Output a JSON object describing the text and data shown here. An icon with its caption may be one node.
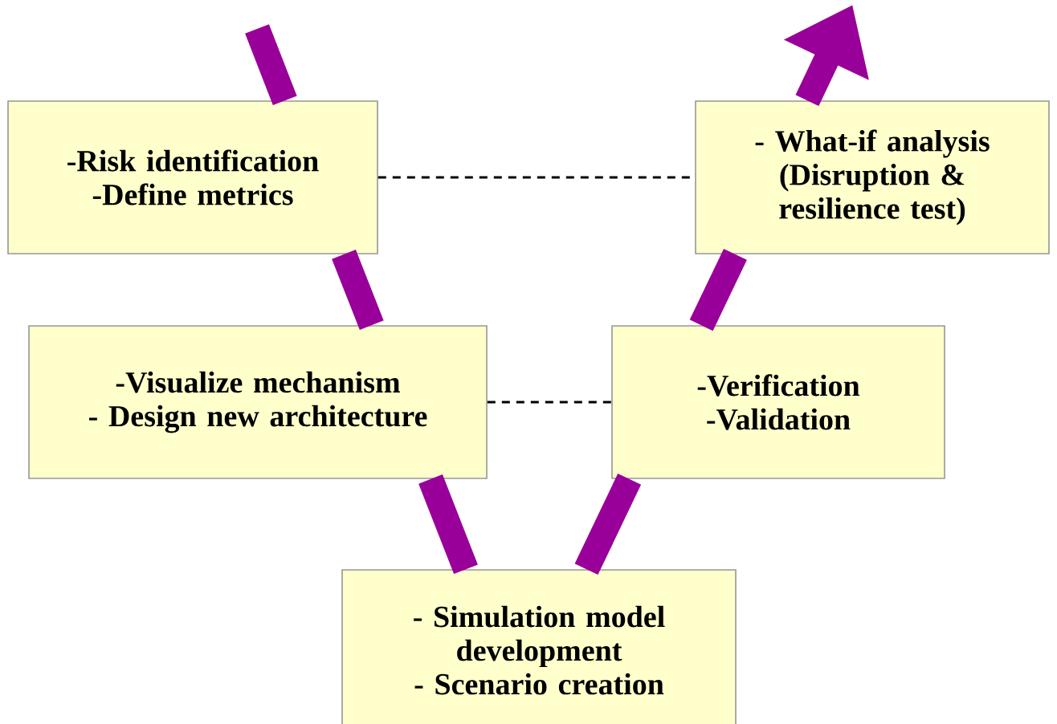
{
  "diagram": {
    "nodes": [
      {
        "text": [
          "-Risk identification",
          "-Define metrics"
        ]
      },
      {
        "text": [
          "- What-if analysis",
          "(Disruption & resilience test)"
        ]
      },
      {
        "text": [
          "-Visualize mechanism",
          "- Design new architecture"
        ]
      },
      {
        "text": [
          "-Verification",
          "-Validation"
        ]
      },
      {
        "text": [
          "- Simulation model development",
          "- Scenario creation"
        ]
      }
    ],
    "edges": [
      {
        "from": null,
        "to": 0,
        "arrow": "none"
      },
      {
        "from": 0,
        "to": 2,
        "arrow": "none"
      },
      {
        "from": 2,
        "to": 4,
        "arrow": "none"
      },
      {
        "from": 4,
        "to": 3,
        "arrow": "none"
      },
      {
        "from": 3,
        "to": 1,
        "arrow": "none"
      },
      {
        "from": 1,
        "to": null,
        "arrow": "to"
      },
      {
        "from": 0,
        "to": 1,
        "arrow": "none",
        "style": "dashed",
        "color": "#000000"
      },
      {
        "from": 2,
        "to": 3,
        "arrow": "none",
        "style": "dashed",
        "color": "#000000"
      }
    ]
  }
}
